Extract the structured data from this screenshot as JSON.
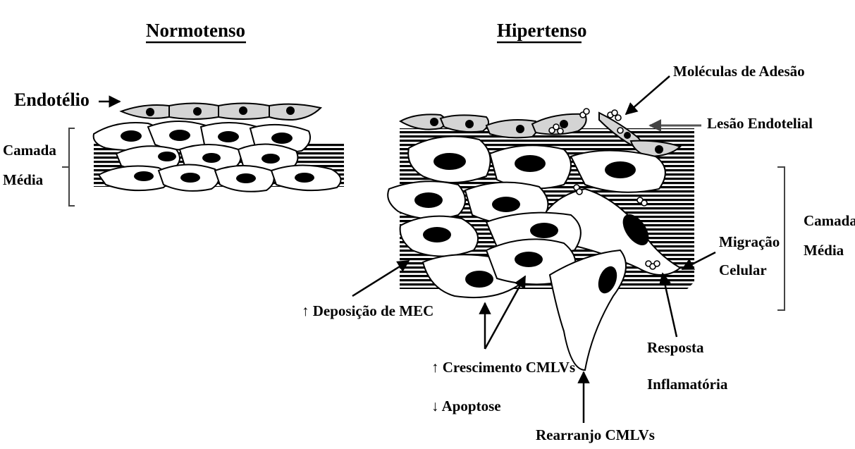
{
  "titles": {
    "normo": "Normotenso",
    "hiper": "Hipertenso"
  },
  "labels": {
    "endotelio": "Endotélio",
    "camada_left_1": "Camada",
    "camada_left_2": "Média",
    "moleculas": "Moléculas de Adesão",
    "lesao": "Lesão Endotelial",
    "camada_right_1": "Camada",
    "camada_right_2": "Média",
    "migracao_1": "Migração",
    "migracao_2": "Celular",
    "deposicao": "↑ Deposição de MEC",
    "crescimento": "↑ Crescimento CMLVs",
    "apoptose": "↓  Apoptose",
    "resposta_1": "Resposta",
    "resposta_2": "Inflamatória",
    "rearranjo": "Rearranjo CMLVs"
  }
}
